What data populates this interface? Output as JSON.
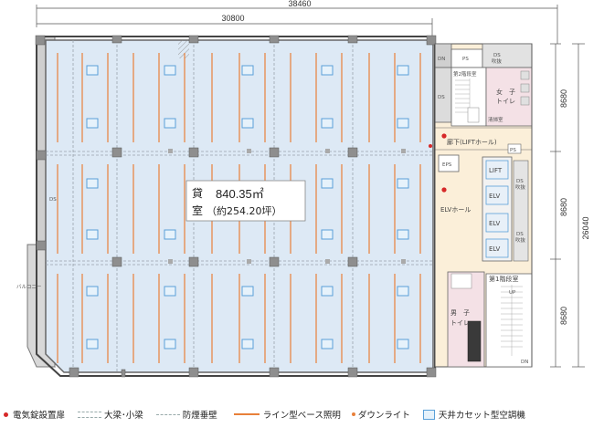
{
  "dimensions": {
    "total_width": "38460",
    "office_width": "30800",
    "right_total": "26040",
    "right_upper": "8680",
    "right_middle": "8680",
    "right_lower": "8680"
  },
  "office": {
    "label_line1": "貸",
    "label_line2": "室",
    "area": "840.35㎡",
    "tsubo": "（約254.20坪）"
  },
  "rooms": {
    "dn_top": "DN",
    "ps_top": "PS",
    "ds_top": "DS\n吹抜",
    "stair2": "第2階段室",
    "female_toilet_1": "女　子",
    "female_toilet_2": "トイレ",
    "cleaning": "清掃室",
    "ds_mid": "DS",
    "corridor": "廊下(LIFTホール)",
    "ps_mid": "PS",
    "eps": "EPS",
    "lift": "LIFT",
    "elv": "ELV",
    "elv_hall": "ELVホール",
    "ds_elv": "DS\n吹抜",
    "stair1": "第1階段室",
    "male_toilet_1": "男　子",
    "male_toilet_2": "トイレ",
    "ds_left": "DS",
    "balcony": "バルコニー",
    "up": "UP",
    "dn_bottom": "DN"
  },
  "legend": [
    {
      "id": "lock-door",
      "text": "電気錠設置扉"
    },
    {
      "id": "beam",
      "text": "大梁･小梁"
    },
    {
      "id": "smoke",
      "text": "防煙垂壁"
    },
    {
      "id": "line-light",
      "text": "ライン型ベース照明"
    },
    {
      "id": "downlight",
      "text": "ダウンライト"
    },
    {
      "id": "ac",
      "text": "天井カセット型空調機"
    }
  ],
  "colors": {
    "office_fill": "#dde9f5",
    "core_fill": "#fbefd9",
    "toilet_fill": "#f4e1e6",
    "light_line": "#e8803a",
    "ac_border": "#5aa0d8",
    "lock_dot": "#d62828",
    "column": "#8e8e8e"
  }
}
